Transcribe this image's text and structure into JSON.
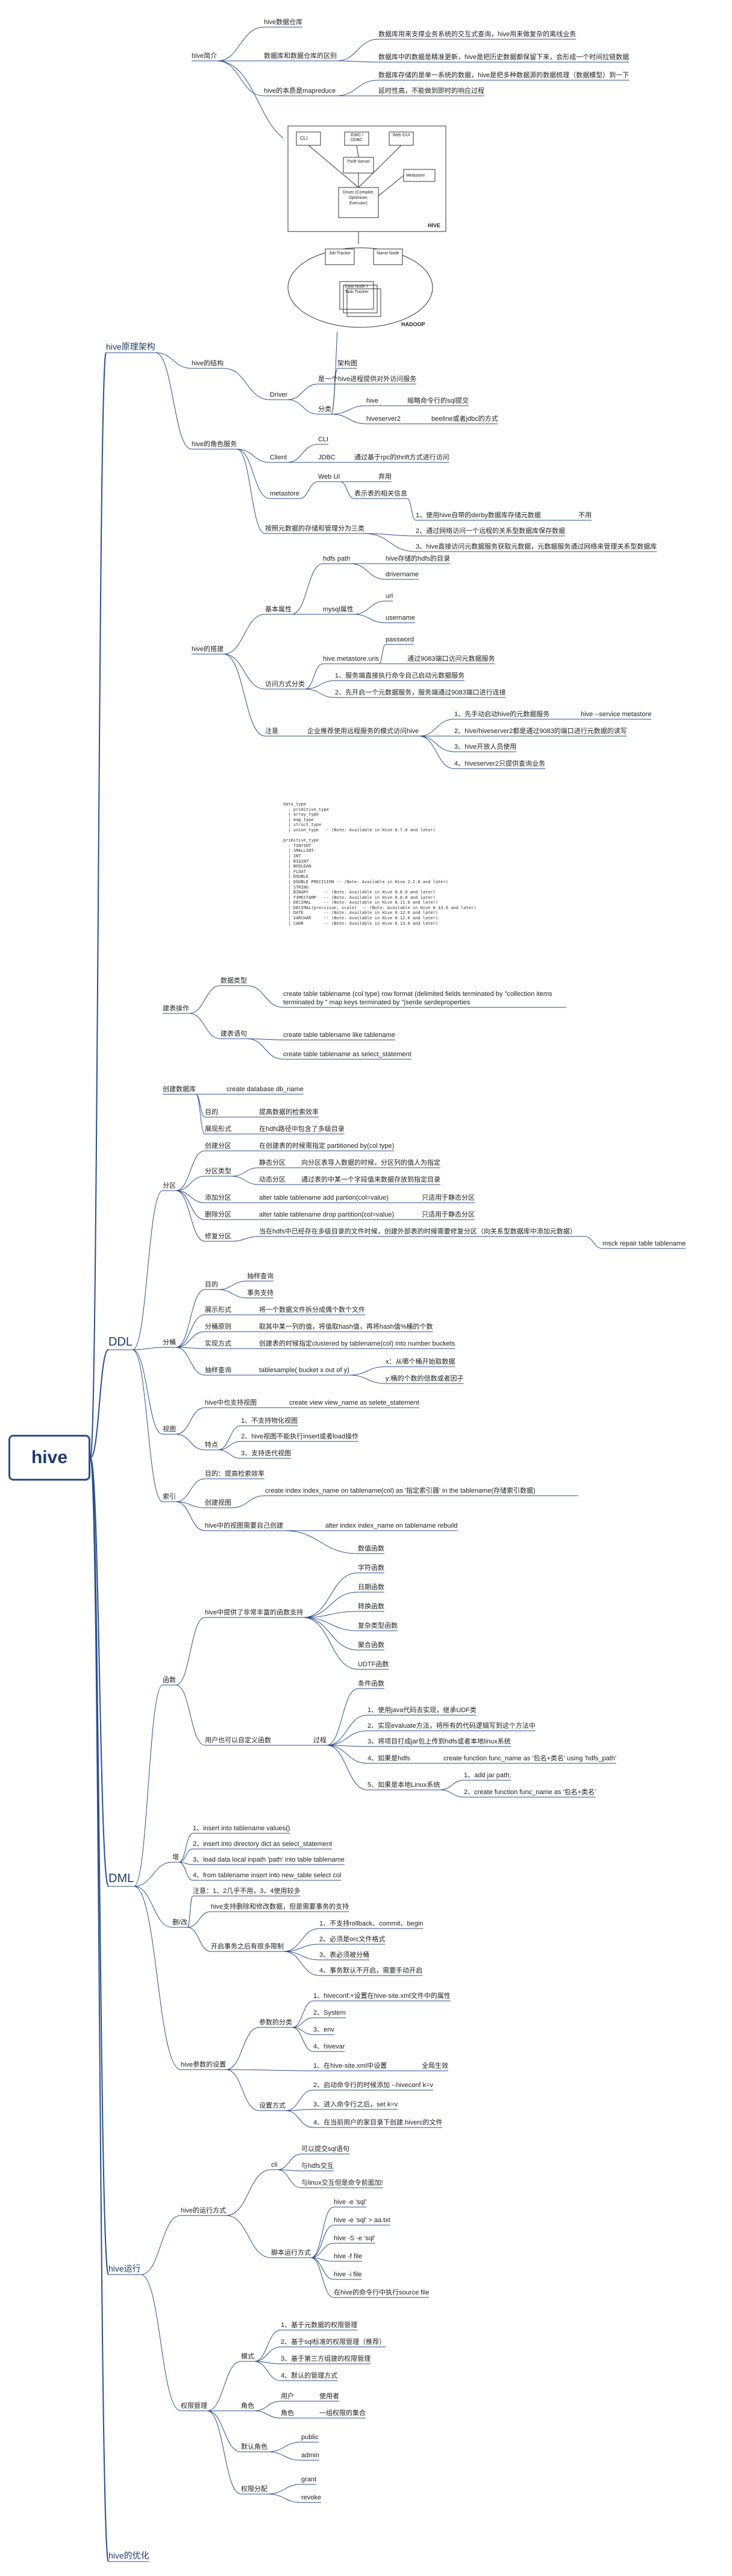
{
  "root": "hive",
  "hive_arch": {
    "title": "hive原理架构",
    "intro": {
      "label": "hive简介",
      "items": [
        "hive数据仓库",
        "数据库和数据仓库的区别",
        "hive的本质是mapreduce"
      ],
      "diff": [
        "数据库用来支撑业务系统的交互式查询，hive用来做复杂的离线业务",
        "数据库中的数据是精准更新，hive是把历史数据都保留下来，会形成一个时间拉链数据",
        "数据库存储的是单一系统的数据，hive是把多种数据源的数据梳理（数据模型）到一下"
      ],
      "mr_note": "延时性高，不能做到即时的响应过程"
    },
    "diagram": {
      "cli": "CLI",
      "jdbc": "JDBC / ODBC",
      "webgui": "Web GUI",
      "thrift": "Thrift Server",
      "metastore": "Metastore",
      "driver": "Driver (Compiler, Optimizer, Executor)",
      "hive": "HIVE",
      "jobtracker": "Job Tracker",
      "namenode": "Name Node",
      "datanode": "Data Node + Task Tracker",
      "hadoop": "HADOOP"
    },
    "structure": {
      "label": "hive的结构",
      "child": "架构图"
    },
    "roles": {
      "label": "hive的角色服务",
      "driver": "Driver",
      "driver_desc": "是一个hive进程提供对外访问服务",
      "category": "分类",
      "hive_cmd": "hive",
      "hive_cmd_desc": "缩略命令行的sql提交",
      "hs2": "hiveserver2",
      "hs2_desc": "beeline或者jdbc的方式",
      "client": "Client",
      "cli": "CLI",
      "jdbc": "JDBC",
      "jdbc_desc": "通过基于rpc的thrift方式进行访问",
      "webui": "Web UI",
      "webui_desc": "弃用",
      "metastore": "metastore",
      "metastore_desc": "表示表的相关信息"
    },
    "build": {
      "label": "hive的搭建",
      "modes": "按照元数据的存储和管理分为三类",
      "modes_items": [
        "1、使用hive自带的derby数据库存储元数据",
        "2、通过网络访问一个远程的关系型数据库保存数据",
        "3、hive直接访问元数据服务获取元数据，元数据服务通过网络来管理关系型数据库"
      ],
      "mode1_note": "不用",
      "basic": "基本属性",
      "hdfs_path": "hdfs path",
      "hdfs_path_desc": "hive存储的hdfs的目录",
      "mysql": "mysql属性",
      "mysql_items": [
        "drivername",
        "url",
        "username",
        "password"
      ],
      "ms_uris": "hive.metastore.uris",
      "ms_uris_desc": "通过9083端口访问元数据服务",
      "access": "访问方式分类",
      "access_items": [
        "1、服务端直接执行命令自己启动元数据服务",
        "2、先开启一个元数据服务，服务端通过9083端口进行连接"
      ],
      "notice": "注意",
      "notice_desc": "企业推荐使用远程服务的模式访问hive",
      "notice_items": [
        "1、先手动启动hive的元数据服务",
        "2、hive/hiveserver2都是通过9083的端口进行元数据的读写",
        "3、hive开放人员使用",
        "4、hiveserver2只提供查询业务"
      ],
      "ms_cmd": "hive --service metastore"
    }
  },
  "ddl": {
    "title": "DDL",
    "code": "data_type\n  : primitive_type\n  | array_type\n  | map_type\n  | struct_type\n  | union_type  -- (Note: Available in Hive 0.7.0 and later)\n\nprimitive_type\n  : TINYINT\n  | SMALLINT\n  | INT\n  | BIGINT\n  | BOOLEAN\n  | FLOAT\n  | DOUBLE\n  | DOUBLE PRECISION -- (Note: Available in Hive 2.2.0 and later)\n  | STRING\n  | BINARY      -- (Note: Available in Hive 0.8.0 and later)\n  | TIMESTAMP   -- (Note: Available in Hive 0.8.0 and later)\n  | DECIMAL     -- (Note: Available in Hive 0.11.0 and later)\n  | DECIMAL(precision, scale)  -- (Note: Available in Hive 0.13.0 and later)\n  | DATE        -- (Note: Available in Hive 0.12.0 and later)\n  | VARCHAR     -- (Note: Available in Hive 0.12.0 and later)\n  | CHAR        -- (Note: Available in Hive 0.13.0 and later)",
    "create_table": "建表操作",
    "datatype": "数据类型",
    "create_stmt": "建表语句",
    "create_stmts": [
      "create table tablename (col type) row format (delimited fields terminated by \"collection items terminated by \" map keys terminated by \"|serde serdeproperties",
      "create table tablename like tablename",
      "create table tablename as select_statement"
    ],
    "create_db": "创建数据库",
    "create_db_desc": "create database db_name",
    "partition": {
      "label": "分区",
      "purpose": "目的",
      "purpose_desc": "提高数据的检索效率",
      "form": "展现形式",
      "form_desc": "在hdfs路径中包含了多级目录",
      "create": "创建分区",
      "create_desc": "在创建表的时候需指定 partitioned by(col type)",
      "types": "分区类型",
      "static": "静态分区",
      "static_desc": "向分区表导入数据的时候，分区列的值人为指定",
      "dynamic": "动态分区",
      "dynamic_desc": "通过表的中某一个字段值来数据存放到指定目录",
      "add": "添加分区",
      "add_desc": "alter table tablename add partion(col=value)",
      "add_note": "只适用于静态分区",
      "drop": "删除分区",
      "drop_desc": "alter table tablename drop partition(col=value)",
      "drop_note": "只适用于静态分区",
      "repair": "修复分区",
      "repair_desc": "当在hdfs中已经存在多级目录的文件时候，创建外部表的时候需要修复分区（向关系型数据库中添加元数据）",
      "repair_cmd": "msck repair table tablename"
    },
    "bucket": {
      "label": "分桶",
      "purpose": "目的",
      "purpose_items": [
        "抽样查询",
        "事务支持"
      ],
      "form": "展示形式",
      "form_desc": "将一个数据文件拆分成偶个数个文件",
      "rule": "分桶原则",
      "rule_desc": "取其中某一列的值，将值取hash值，再将hash值%桶的个数",
      "impl": "实现方式",
      "impl_desc": "创建表的时候指定clustered by tablename(col) into number buckets",
      "sample": "抽样查询",
      "sample_desc": "tablesample( bucket x out of y)",
      "sample_items": [
        "x：从哪个桶开始取数据",
        "y:桶的个数的倍数或者因子"
      ]
    },
    "view": {
      "label": "视图",
      "create": "hive中也支持视图",
      "create_desc": "create view view_name as selete_statement",
      "feature": "特点",
      "feature_items": [
        "1、不支持物化视图",
        "2、hive视图不能执行insert或者load操作",
        "3、支持迭代视图"
      ]
    },
    "index": {
      "label": "索引",
      "purpose": "目的：提高检索效率",
      "create": "创建视图",
      "create_desc": "create index index_name on tablename(col) as '指定索引器' in the tablename(存储索引数据)",
      "rebuild": "hive中的视图需要自己创建",
      "rebuild_desc": "alter index index_name on tablename rebuild"
    },
    "func": {
      "label": "函数",
      "builtin": "hive中提供了非常丰富的函数支持",
      "builtin_items": [
        "数值函数",
        "字符函数",
        "日期函数",
        "转换函数",
        "复杂类型函数",
        "聚合函数",
        "UDTF函数",
        "条件函数"
      ],
      "custom": "用户也可以自定义函数",
      "process": "过程",
      "process_items": [
        "1、使用java代码去实现，继承UDF类",
        "2、实现evaluate方法，将所有的代码逻辑写到这个方法中",
        "3、将项目打成jar包上传到hdfs或者本地linux系统",
        "4、如果是hdfs",
        "5、如果是本地Linux系统"
      ],
      "hdfs_cmd": "create function func_name as '包名+类名' using 'hdfs_path'",
      "local_items": [
        "1、add jar path;",
        "2、create function func_name as '包名+类名'"
      ]
    }
  },
  "dml": {
    "title": "DML",
    "insert": "增",
    "insert_items": [
      "1、insert into tablename values()",
      "2、insert into directory dict as select_statement",
      "3、load data local inpath 'path' into table tablename",
      "4、from tablename insert into new_table select col"
    ],
    "insert_note": "注意：1、2几乎不用，3、4使用较多",
    "update": "删/改",
    "update_head": "hive支持删除和修改数据，但是需要事务的支持",
    "tx": "开启事务之后有很多限制",
    "tx_items": [
      "1、不支持rollback、commit、begin",
      "2、必须是orc文件格式",
      "3、表必须被分桶",
      "4、事务默认不开启，需要手动开启"
    ]
  },
  "run": {
    "title": "hive运行",
    "params": "hive参数的设置",
    "param_types": "参数的分类",
    "param_type_items": [
      "1、hiveconf:+设置在hive-site.xml文件中的属性",
      "2、System",
      "3、env",
      "4、hivevar"
    ],
    "set_way": "设置方式",
    "set_way_items": [
      "1、在hive-site.xml中设置",
      "2、启动命令行的时候添加 --hiveconf k=v",
      "3、进入命令行之后，set k=v",
      "4、在当前用户的家目录下创建.hiverc的文件"
    ],
    "set_note": "全局生效",
    "modes": "hive的运行方式",
    "cli": "cli",
    "cli_items": [
      "可以提交sql语句",
      "与hdfs交互",
      "与linux交互但是命令前面加!"
    ],
    "script": "脚本运行方式",
    "script_items": [
      "hive -e 'sql'",
      "hive -e 'sql' > aa.txt",
      "hive -S -e 'sql'",
      "hive -f file",
      "hive -i file",
      "在hive的命令行中执行source file"
    ],
    "perm": "权限管理",
    "perm_mode": "模式",
    "perm_mode_items": [
      "1、基于元数据的权限管理",
      "2、基于sql标准的权限管理（推荐）",
      "3、基于第三方组建的权限管理",
      "4、默认的管理方式"
    ],
    "roles": "角色",
    "user": "用户",
    "user_desc": "使用者",
    "role": "角色",
    "role_desc": "一组权限的集合",
    "default_roles": "默认角色",
    "default_role_items": [
      "public",
      "admin"
    ],
    "grant": "权限分配",
    "grant_items": [
      "grant",
      "revoke"
    ]
  },
  "opt": {
    "title": "hive的优化"
  }
}
